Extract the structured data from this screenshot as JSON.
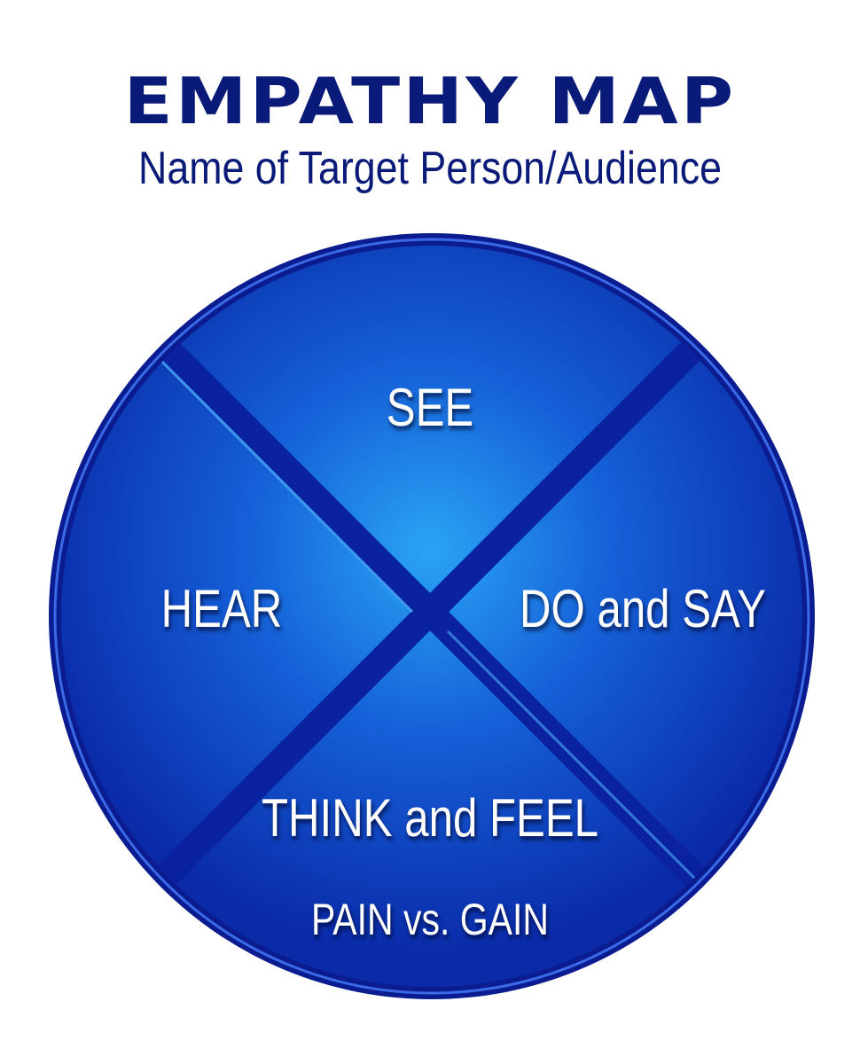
{
  "header": {
    "title": "EMPATHY MAP",
    "subtitle": "Name of Target Person/Audience"
  },
  "quadrants": {
    "top": "SEE",
    "left": "HEAR",
    "right": "DO and SAY",
    "bottom": "THINK and FEEL",
    "bottom_sub": "PAIN vs. GAIN"
  },
  "colors": {
    "title": "#0a1a78",
    "center": "#2a9ff0",
    "edge": "#0a2aa0",
    "rim": "#0c1e9a"
  }
}
